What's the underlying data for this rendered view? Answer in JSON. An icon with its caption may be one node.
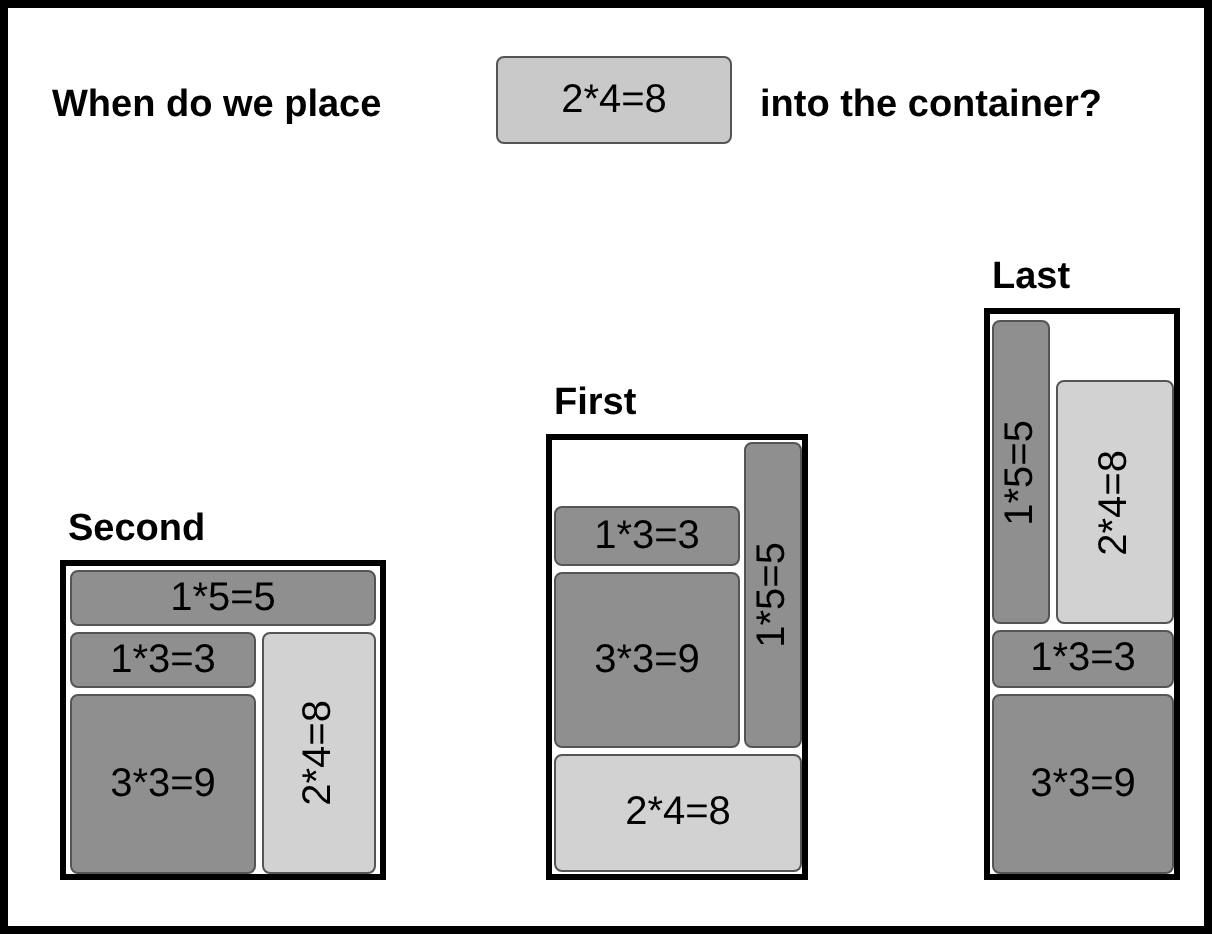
{
  "diagram": {
    "nodes": [
      {
        "text": [
          "2*4=8"
        ]
      },
      {
        "text": [
          "Second"
        ]
      },
      {
        "text": [
          "1*5=5"
        ],
        "in": 1
      },
      {
        "text": [
          "1*3=3"
        ],
        "in": 1
      },
      {
        "text": [
          "3*3=9"
        ],
        "in": 1
      },
      {
        "text": [
          "2*4=8"
        ],
        "in": 1
      },
      {
        "text": [
          "First"
        ]
      },
      {
        "text": [
          "1*3=3"
        ],
        "in": 6
      },
      {
        "text": [
          "3*3=9"
        ],
        "in": 6
      },
      {
        "text": [
          "1*5=5"
        ],
        "in": 6
      },
      {
        "text": [
          "2*4=8"
        ],
        "in": 6
      },
      {
        "text": [
          "Last"
        ]
      },
      {
        "text": [
          "1*5=5"
        ],
        "in": 11
      },
      {
        "text": [
          "2*4=8"
        ],
        "in": 11
      },
      {
        "text": [
          "1*3=3"
        ],
        "in": 11
      },
      {
        "text": [
          "3*3=9"
        ],
        "in": 11
      }
    ],
    "labels": [
      "When do we place",
      "into the container?"
    ]
  }
}
